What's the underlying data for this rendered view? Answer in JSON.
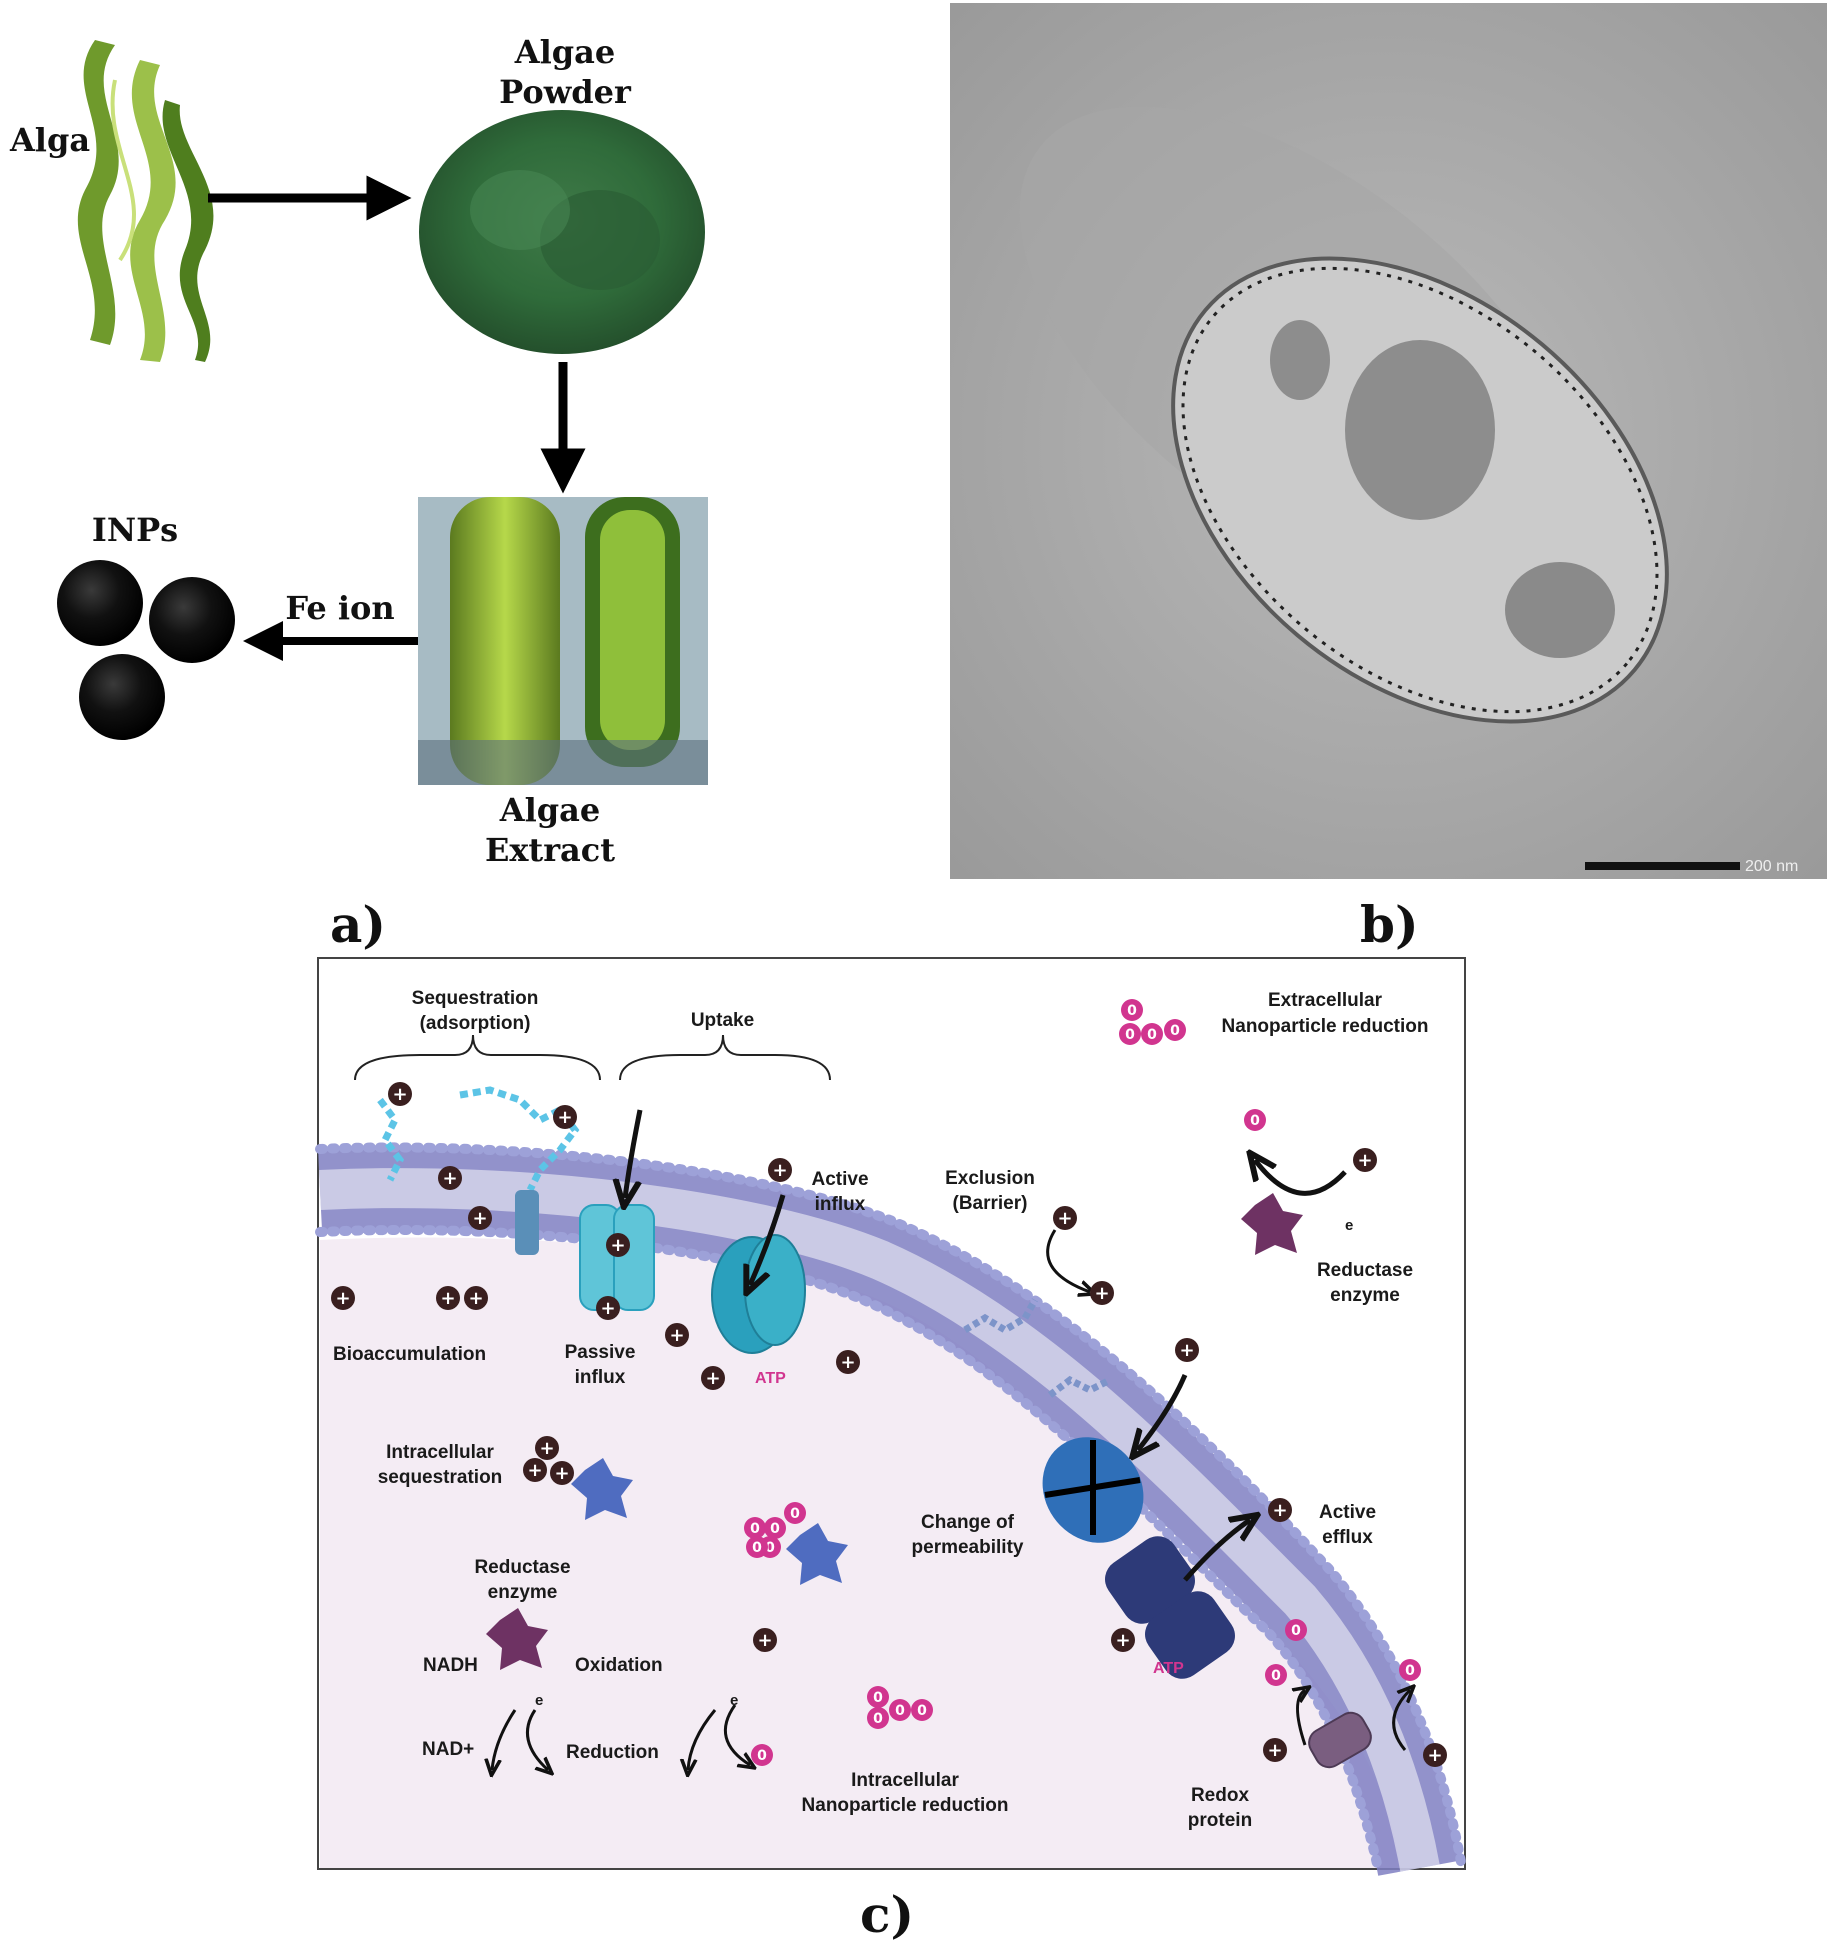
{
  "panel_a": {
    "alga_label": "Alga",
    "powder_label_1": "Algae",
    "powder_label_2": "Powder",
    "extract_label_1": "Algae",
    "extract_label_2": "Extract",
    "inps_label": "INPs",
    "fe_ion_label": "Fe ion",
    "panel_letter": "a)"
  },
  "panel_b": {
    "panel_letter": "b)",
    "scale_bar_text": "200 nm"
  },
  "panel_c": {
    "panel_letter": "c)",
    "sequestration": "Sequestration",
    "adsorption": "(adsorption)",
    "uptake": "Uptake",
    "active_influx_1": "Active",
    "active_influx_2": "influx",
    "exclusion_1": "Exclusion",
    "exclusion_2": "(Barrier)",
    "extracellular_1": "Extracellular",
    "extracellular_2": "Nanoparticle reduction",
    "reductase_out_1": "Reductase",
    "reductase_out_2": "enzyme",
    "bioaccumulation": "Bioaccumulation",
    "passive_influx_1": "Passive",
    "passive_influx_2": "influx",
    "atp_1": "ATP",
    "atp_2": "ATP",
    "intra_seq_1": "Intracellular",
    "intra_seq_2": "sequestration",
    "change_perm_1": "Change of",
    "change_perm_2": "permeability",
    "active_efflux_1": "Active",
    "active_efflux_2": "efflux",
    "reductase_in_1": "Reductase",
    "reductase_in_2": "enzyme",
    "nadh": "NADH",
    "nad_plus": "NAD+",
    "oxidation": "Oxidation",
    "reduction": "Reduction",
    "electron": "e",
    "intra_np_1": "Intracellular",
    "intra_np_2": "Nanoparticle reduction",
    "redox_1": "Redox",
    "redox_2": "protein",
    "zero_symbol": "0",
    "plus_symbol": "+"
  },
  "colors": {
    "membrane_head": "#8f93cf",
    "membrane_tail": "#7f7fc2",
    "cytoplasm": "#f4ecf4",
    "channel_light": "#5fc5d8",
    "channel_mid": "#2aa0bd",
    "pump_dark": "#2d3a78",
    "blocked_channel": "#2f6fb8",
    "nanoparticle": "#d1358f",
    "enzyme": "#6e3263",
    "ion": "#3a1f1f"
  },
  "icons": [
    "seaweed-icon",
    "powder-pile-icon",
    "test-tubes-icon",
    "nanoparticle-sphere-icon",
    "tem-micrograph",
    "ion-plus-icon",
    "nanoparticle-zero-icon",
    "enzyme-star-icon"
  ]
}
